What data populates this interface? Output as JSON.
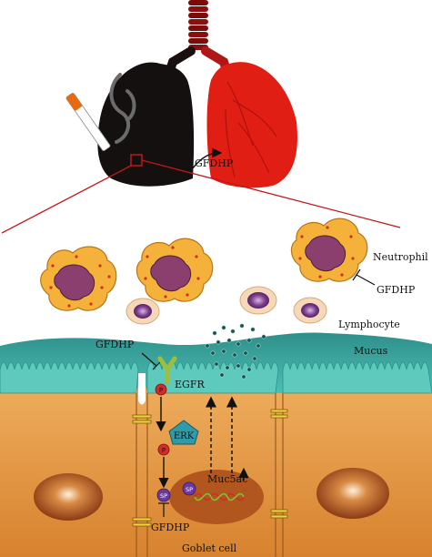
{
  "labels": {
    "gfdhp_lungs": "GFDHP",
    "neutrophil": "Neutrophil",
    "gfdhp_neutrophil": "GFDHP",
    "lymphocyte": "Lymphocyte",
    "mucus": "Mucus",
    "gfdhp_egfr": "GFDHP",
    "egfr": "EGFR",
    "erk": "ERK",
    "muc5ac": "Muc5ac",
    "gfdhp_sp": "GFDHP",
    "goblet_cell": "Goblet cell",
    "p1": "P",
    "p2": "P",
    "sp1": "SP",
    "sp2": "SP"
  },
  "colors": {
    "lung_left": "#141010",
    "lung_right": "#e01e14",
    "trachea": "#9a1010",
    "connector_line": "#c01818",
    "cell_body": "#e59a3c",
    "mucus": "#3aa7a0",
    "nucleus": "#a8501c",
    "neutrophil": "#f4b23a",
    "lymphocyte": "#f5d8b8",
    "lymph_nucleus": "#7b3a8a",
    "phospho": "#d42a2a",
    "sp": "#6a3aa0",
    "erk": "#2f9aa8"
  }
}
